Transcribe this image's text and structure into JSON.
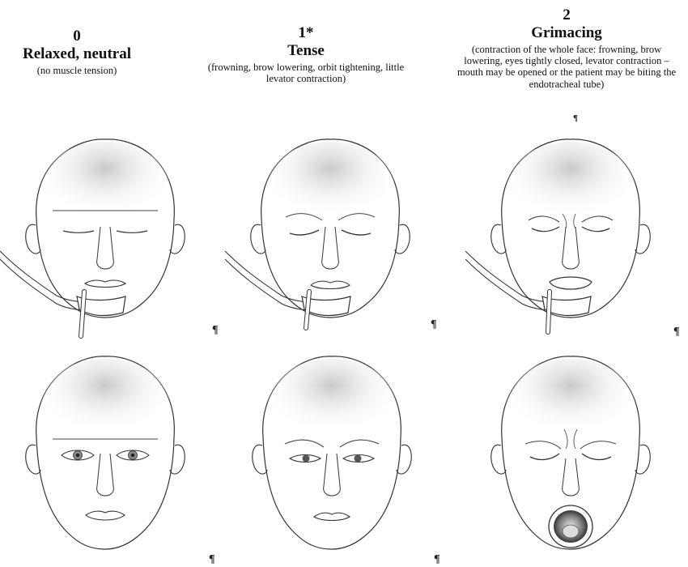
{
  "columns": [
    {
      "score": "0",
      "label": "Relaxed, neutral",
      "description": "(no muscle tension)"
    },
    {
      "score": "1*",
      "label": "Tense",
      "description": "(frowning, brow lowering, orbit tightening, little levator contraction)"
    },
    {
      "score": "2",
      "label": "Grimacing",
      "description": "(contraction of the whole face: frowning, brow lowering, eyes tightly closed, levator contraction – mouth may be opened or the patient may be biting the endotracheal tube)"
    }
  ],
  "marks": {
    "pilcrow": "¶"
  },
  "icons": [
    "face-relaxed-intubated",
    "face-tense-intubated",
    "face-grimacing-intubated",
    "face-relaxed",
    "face-tense",
    "face-grimacing"
  ]
}
